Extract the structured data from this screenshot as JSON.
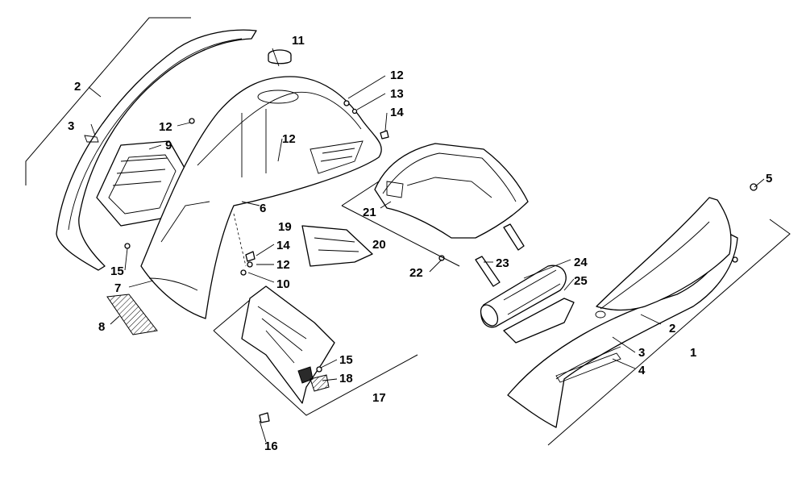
{
  "diagram": {
    "type": "exploded-parts-diagram",
    "callouts": [
      "1",
      "2",
      "2",
      "3",
      "3",
      "4",
      "5",
      "6",
      "7",
      "8",
      "9",
      "10",
      "11",
      "12",
      "12",
      "12",
      "12",
      "13",
      "14",
      "14",
      "15",
      "15",
      "16",
      "17",
      "18",
      "19",
      "20",
      "21",
      "22",
      "23",
      "24",
      "25"
    ]
  }
}
